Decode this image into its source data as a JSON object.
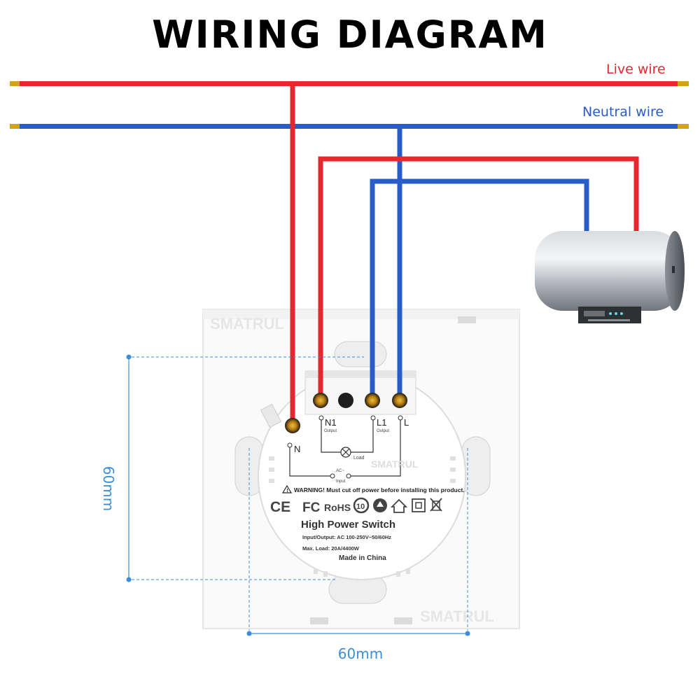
{
  "title": "WIRING DIAGRAM",
  "wires": {
    "live_label": "Live wire",
    "neutral_label": "Neutral wire",
    "live_color": "#e8262d",
    "neutral_color": "#2a5cc6"
  },
  "terminals": {
    "n": "N",
    "n1": "N1",
    "n1_sub": "Output",
    "l1": "L1",
    "l1_sub": "Output",
    "l": "L",
    "load": "Load",
    "ac": "AC~",
    "input": "Input"
  },
  "module": {
    "warning": "WARNING! Must cut off power before installing this product.",
    "cert_ce": "CE",
    "cert_fc": "FC",
    "cert_rohs": "RoHS",
    "cert_10": "10",
    "product": "High Power Switch",
    "io": "Input/Output: AC 100-250V~50/60Hz",
    "max_load": "Max. Load: 20A/4400W",
    "made_in": "Made in China",
    "watermark": "SMATRUL"
  },
  "dimensions": {
    "height": "60mm",
    "width": "60mm",
    "line_color": "#3b8fd9"
  }
}
